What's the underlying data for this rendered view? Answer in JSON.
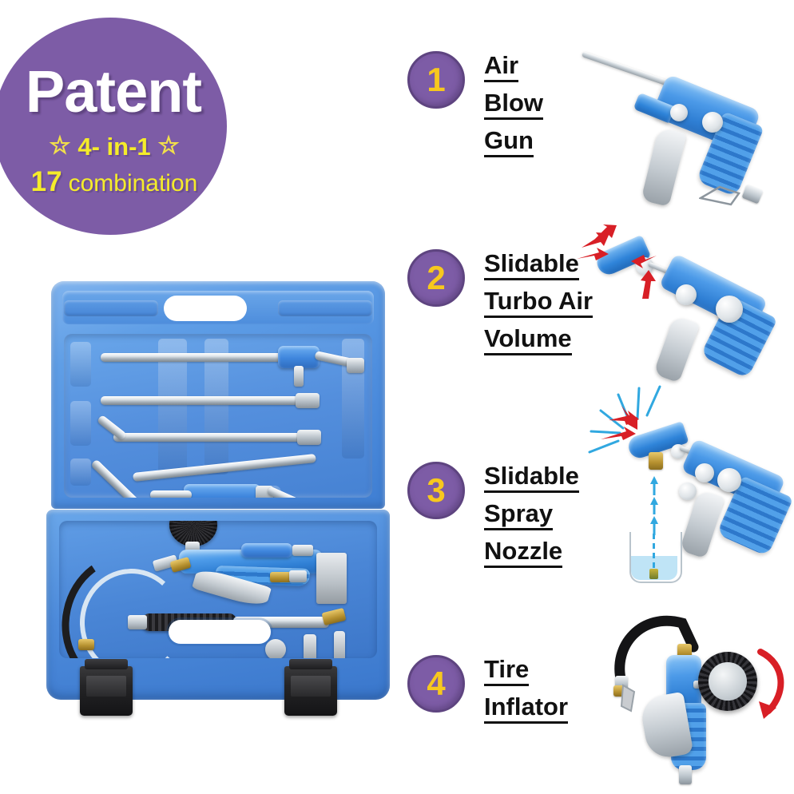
{
  "badge": {
    "title": "Patent",
    "star_left": "☆",
    "star_right": "☆",
    "subtitle": "4- in-1",
    "count": "17",
    "count_label": "combination",
    "bg_color": "#7d5ca6",
    "title_color": "#ffffff",
    "accent_color": "#f5ec2a"
  },
  "features": [
    {
      "number": "1",
      "lines": [
        "Air ",
        "Blow ",
        "Gun"
      ],
      "photo": "air-blow-gun"
    },
    {
      "number": "2",
      "lines": [
        "Slidable ",
        "Turbo Air ",
        "Volume"
      ],
      "photo": "slidable-turbo-air-volume-gun"
    },
    {
      "number": "3",
      "lines": [
        "Slidable ",
        "Spray ",
        "Nozzle"
      ],
      "photo": "slidable-spray-nozzle-gun"
    },
    {
      "number": "4",
      "lines": [
        "Tire ",
        "Inflator"
      ],
      "photo": "tire-inflator-gun"
    }
  ],
  "colors": {
    "circle_fill": "#7d5ca6",
    "circle_border": "#5e4480",
    "number_color": "#f7c81e",
    "label_color": "#111111",
    "case_blue": "#4d8bdb",
    "red_arrow": "#d81f26",
    "cyan_spray": "#31a8e0",
    "background": "#ffffff"
  },
  "case": {
    "name": "blue-plastic-tool-case",
    "parts": [
      "case-lid-tray",
      "case-base-tray",
      "carry-handle",
      "latch-left",
      "latch-right"
    ]
  }
}
